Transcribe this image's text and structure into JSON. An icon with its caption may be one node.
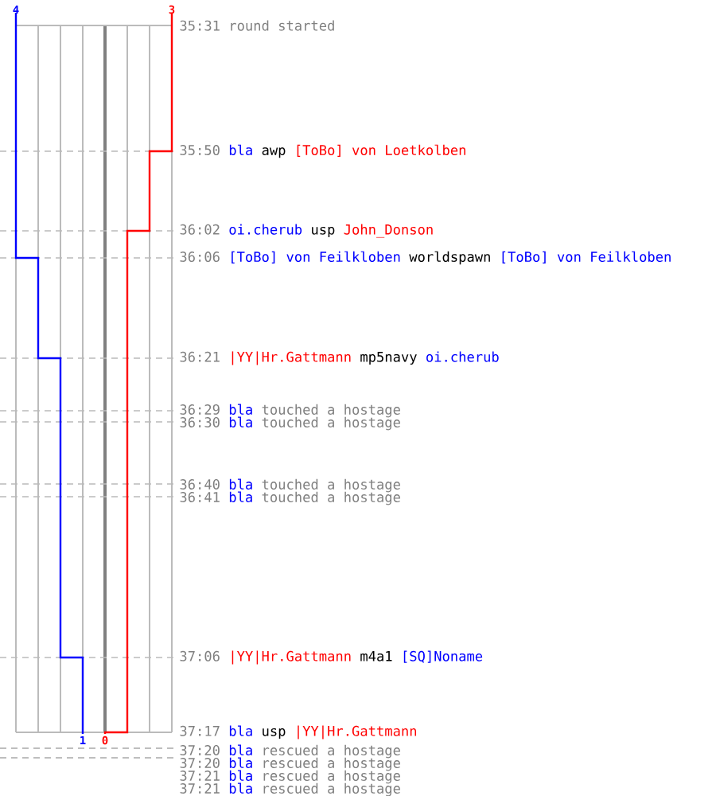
{
  "diagram": {
    "labels": [
      "4",
      "3",
      "35:31",
      "round started",
      "35:50",
      "bla",
      "awp",
      "[ToBo] von Loetkolben",
      "36:02",
      "oi.cherub",
      "usp",
      "John_Donson",
      "36:06",
      "[ToBo] von Feilkloben",
      "worldspawn",
      "[ToBo] von Feilkloben",
      "36:21",
      "|YY|Hr.Gattmann",
      "mp5navy",
      "oi.cherub",
      "36:29",
      "bla",
      "touched a hostage",
      "36:30",
      "bla",
      "touched a hostage",
      "36:40",
      "bla",
      "touched a hostage",
      "36:41",
      "bla",
      "touched a hostage",
      "37:06",
      "|YY|Hr.Gattmann",
      "m4a1",
      "[SQ]Noname",
      "37:17",
      "bla",
      "usp",
      "|YY|Hr.Gattmann",
      "1",
      "0",
      "37:20",
      "bla",
      "rescued a hostage",
      "37:20",
      "bla",
      "rescued a hostage",
      "37:21",
      "bla",
      "rescued a hostage",
      "37:21",
      "bla",
      "rescued a hostage"
    ]
  }
}
